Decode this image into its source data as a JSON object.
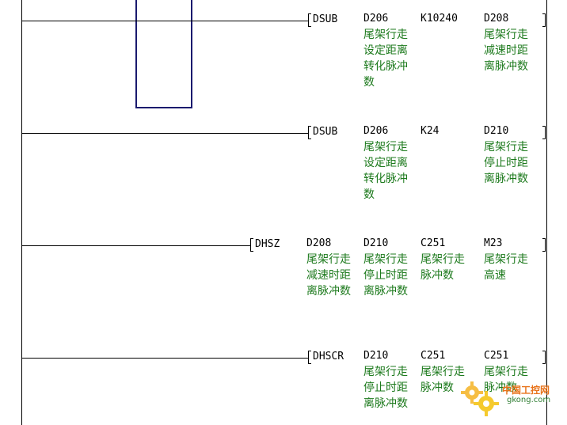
{
  "rungs": [
    {
      "mnemonic": "DSUB",
      "operands": [
        {
          "reg": "D206",
          "comment": "尾架行走设定距离转化脉冲数"
        },
        {
          "reg": "K10240",
          "comment": ""
        },
        {
          "reg": "D208",
          "comment": "尾架行走减速时距离脉冲数"
        }
      ]
    },
    {
      "mnemonic": "DSUB",
      "operands": [
        {
          "reg": "D206",
          "comment": "尾架行走设定距离转化脉冲数"
        },
        {
          "reg": "K24",
          "comment": ""
        },
        {
          "reg": "D210",
          "comment": "尾架行走停止时距离脉冲数"
        }
      ]
    },
    {
      "mnemonic": "DHSZ",
      "operands": [
        {
          "reg": "D208",
          "comment": "尾架行走减速时距离脉冲数"
        },
        {
          "reg": "D210",
          "comment": "尾架行走停止时距离脉冲数"
        },
        {
          "reg": "C251",
          "comment": "尾架行走脉冲数"
        },
        {
          "reg": "M23",
          "comment": "尾架行走高速"
        }
      ]
    },
    {
      "mnemonic": "DHSCR",
      "operands": [
        {
          "reg": "D210",
          "comment": "尾架行走停止时距离脉冲数"
        },
        {
          "reg": "C251",
          "comment": "尾架行走脉冲数"
        },
        {
          "reg": "C251",
          "comment": "尾架行走脉冲数"
        }
      ]
    }
  ],
  "watermark": {
    "brand": "中国工控网",
    "domain": "gkong.com",
    "brand_color": "#e8731b",
    "domain_color": "#2e7d32",
    "icon": "gear-icon"
  },
  "colors": {
    "comment": "#1d7a1d",
    "contact_box": "#1a1a6e",
    "wire": "#000000"
  }
}
